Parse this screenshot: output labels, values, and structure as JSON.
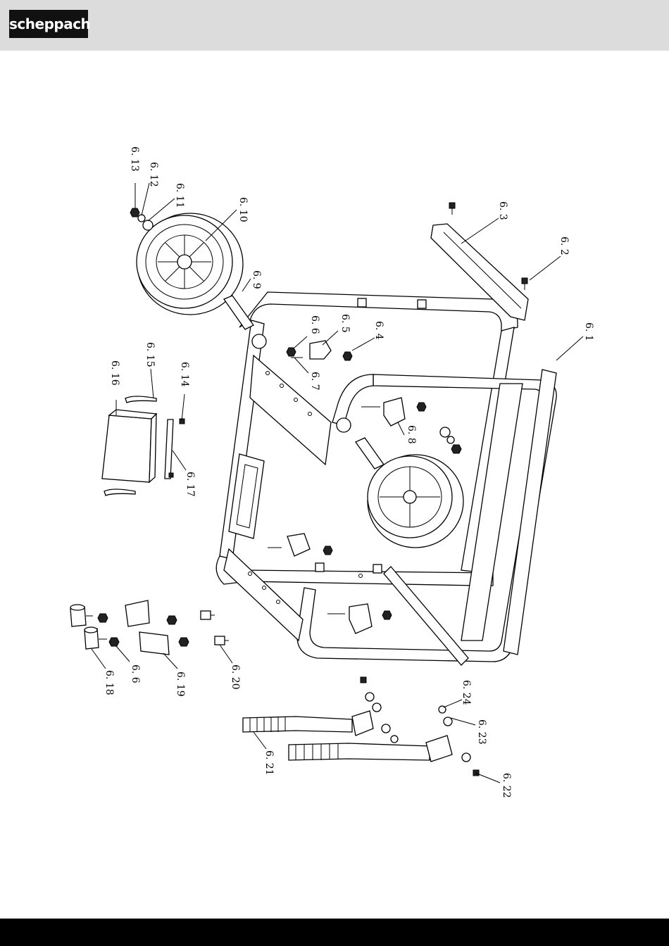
{
  "brand": {
    "logo_text": "scheppach"
  },
  "part_labels": [
    {
      "id": "6.1",
      "text": "6. 1"
    },
    {
      "id": "6.2",
      "text": "6. 2"
    },
    {
      "id": "6.3",
      "text": "6. 3"
    },
    {
      "id": "6.4",
      "text": "6. 4"
    },
    {
      "id": "6.5",
      "text": "6. 5"
    },
    {
      "id": "6.6",
      "text": "6. 6"
    },
    {
      "id": "6.7",
      "text": "6. 7"
    },
    {
      "id": "6.8",
      "text": "6. 8"
    },
    {
      "id": "6.9",
      "text": "6. 9"
    },
    {
      "id": "6.10",
      "text": "6. 10"
    },
    {
      "id": "6.11",
      "text": "6. 11"
    },
    {
      "id": "6.12",
      "text": "6. 12"
    },
    {
      "id": "6.13",
      "text": "6. 13"
    },
    {
      "id": "6.14",
      "text": "6. 14"
    },
    {
      "id": "6.15",
      "text": "6. 15"
    },
    {
      "id": "6.16",
      "text": "6. 16"
    },
    {
      "id": "6.17",
      "text": "6. 17"
    },
    {
      "id": "6.6b",
      "text": "6. 6"
    },
    {
      "id": "6.18",
      "text": "6. 18"
    },
    {
      "id": "6.19",
      "text": "6. 19"
    },
    {
      "id": "6.20",
      "text": "6. 20"
    },
    {
      "id": "6.21",
      "text": "6. 21"
    },
    {
      "id": "6.22",
      "text": "6. 22"
    },
    {
      "id": "6.23",
      "text": "6. 23"
    },
    {
      "id": "6.24",
      "text": "6. 24"
    }
  ],
  "colors": {
    "header_bg": "#dcdcdc",
    "logo_bg": "#111111",
    "footer_bg": "#000000"
  }
}
